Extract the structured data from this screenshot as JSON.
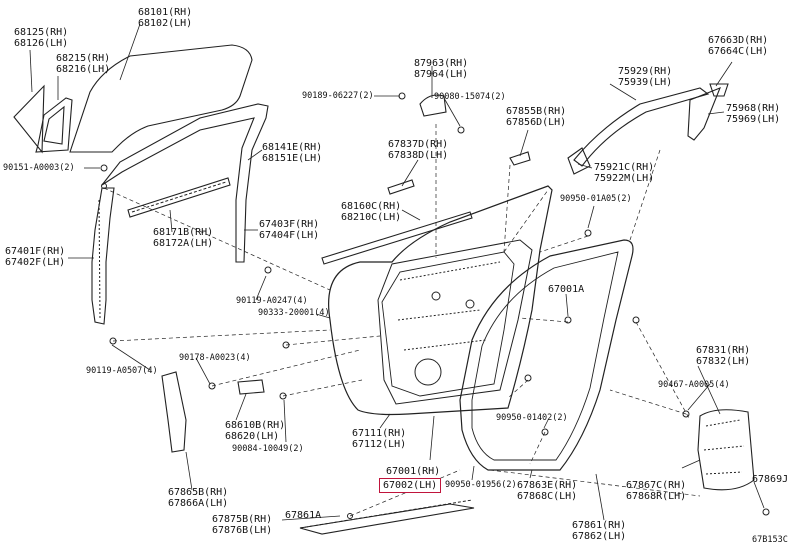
{
  "colors": {
    "line": "#222222",
    "highlight": "#c0143c",
    "background": "#ffffff"
  },
  "parts": {
    "p68125": "68125(RH)",
    "p68126": "68126(LH)",
    "p68101": "68101(RH)",
    "p68102": "68102(LH)",
    "p68215": "68215(RH)",
    "p68216": "68216(LH)",
    "p90151": "90151-A0003(2)",
    "p67401": "67401F(RH)",
    "p67402": "67402F(LH)",
    "p68141": "68141E(RH)",
    "p68151": "68151E(LH)",
    "p68171": "68171B(RH)",
    "p68172": "68172A(LH)",
    "p67403": "67403F(RH)",
    "p67404": "67404F(LH)",
    "p90119a": "90119-A0247(4)",
    "p90333": "90333-20001(4)",
    "p90119b": "90119-A0507(4)",
    "p90178": "90178-A0023(4)",
    "p90189": "90189-06227(2)",
    "p87963": "87963(RH)",
    "p87964": "87964(LH)",
    "p90080": "90080-15074(2)",
    "p67837": "67837D(RH)",
    "p67838": "67838D(LH)",
    "p67855": "67855B(RH)",
    "p67856": "67856D(LH)",
    "p68160": "68160C(RH)",
    "p68210": "68210C(LH)",
    "p68610": "68610B(RH)",
    "p68620": "68620(LH)",
    "p90084": "90084-10049(2)",
    "p67111": "67111(RH)",
    "p67112": "67112(LH)",
    "p67001rh": "67001(RH)",
    "p67002": "67002(LH)",
    "p90950a": "90950-01956(2)",
    "p67863": "67863E(RH)",
    "p67868": "67868C(LH)",
    "p67865": "67865B(RH)",
    "p67866": "67866A(LH)",
    "p67875": "67875B(RH)",
    "p67876": "67876B(LH)",
    "p67861a": "67861A",
    "p67663": "67663D(RH)",
    "p67664": "67664C(LH)",
    "p75929": "75929(RH)",
    "p75939": "75939(LH)",
    "p75968": "75968(RH)",
    "p75969": "75969(LH)",
    "p75921": "75921C(RH)",
    "p75922": "75922M(LH)",
    "p90950b": "90950-01A05(2)",
    "p67001a": "67001A",
    "p90950c": "90950-01402(2)",
    "p67831": "67831(RH)",
    "p67832": "67832(LH)",
    "p90467": "90467-A0005(4)",
    "p67867": "67867C(RH)",
    "p67868r": "67868R(LH)",
    "p67869": "67869J",
    "p67861rh": "67861(RH)",
    "p67862": "67862(LH)"
  },
  "diagram_code": "67B153C"
}
